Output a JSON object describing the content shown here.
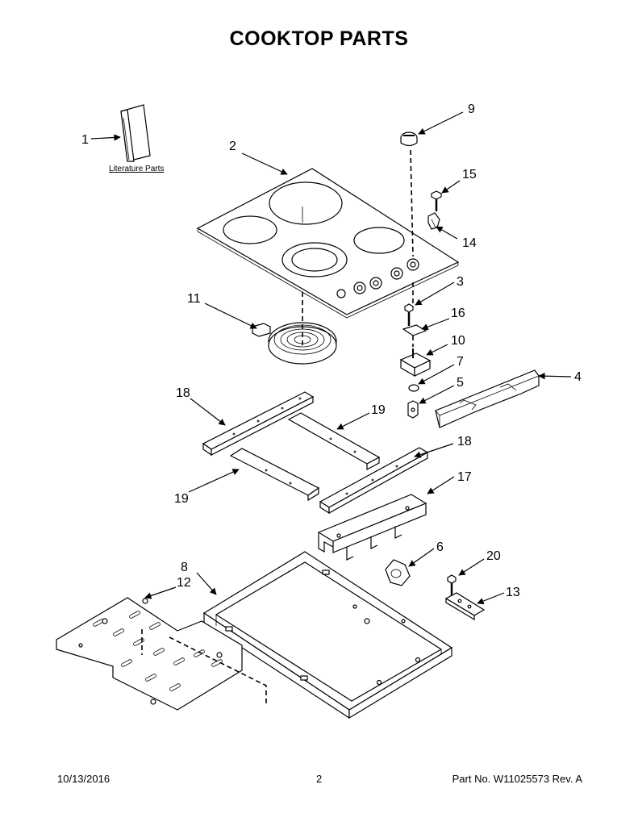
{
  "page": {
    "title": "COOKTOP PARTS",
    "date": "10/13/2016",
    "page_number": "2",
    "part_number": "Part No.  W11025573  Rev.  A"
  },
  "labels": {
    "literature": "Literature Parts"
  },
  "callouts": [
    {
      "id": "c1",
      "text": "1"
    },
    {
      "id": "c2",
      "text": "2"
    },
    {
      "id": "c3",
      "text": "3"
    },
    {
      "id": "c4",
      "text": "4"
    },
    {
      "id": "c5",
      "text": "5"
    },
    {
      "id": "c6",
      "text": "6"
    },
    {
      "id": "c7",
      "text": "7"
    },
    {
      "id": "c8",
      "text": "8"
    },
    {
      "id": "c9",
      "text": "9"
    },
    {
      "id": "c10",
      "text": "10"
    },
    {
      "id": "c11",
      "text": "11"
    },
    {
      "id": "c12",
      "text": "12"
    },
    {
      "id": "c13",
      "text": "13"
    },
    {
      "id": "c14",
      "text": "14"
    },
    {
      "id": "c15",
      "text": "15"
    },
    {
      "id": "c16",
      "text": "16"
    },
    {
      "id": "c17",
      "text": "17"
    },
    {
      "id": "c18a",
      "text": "18"
    },
    {
      "id": "c18b",
      "text": "18"
    },
    {
      "id": "c19a",
      "text": "19"
    },
    {
      "id": "c19b",
      "text": "19"
    },
    {
      "id": "c20",
      "text": "20"
    }
  ]
}
